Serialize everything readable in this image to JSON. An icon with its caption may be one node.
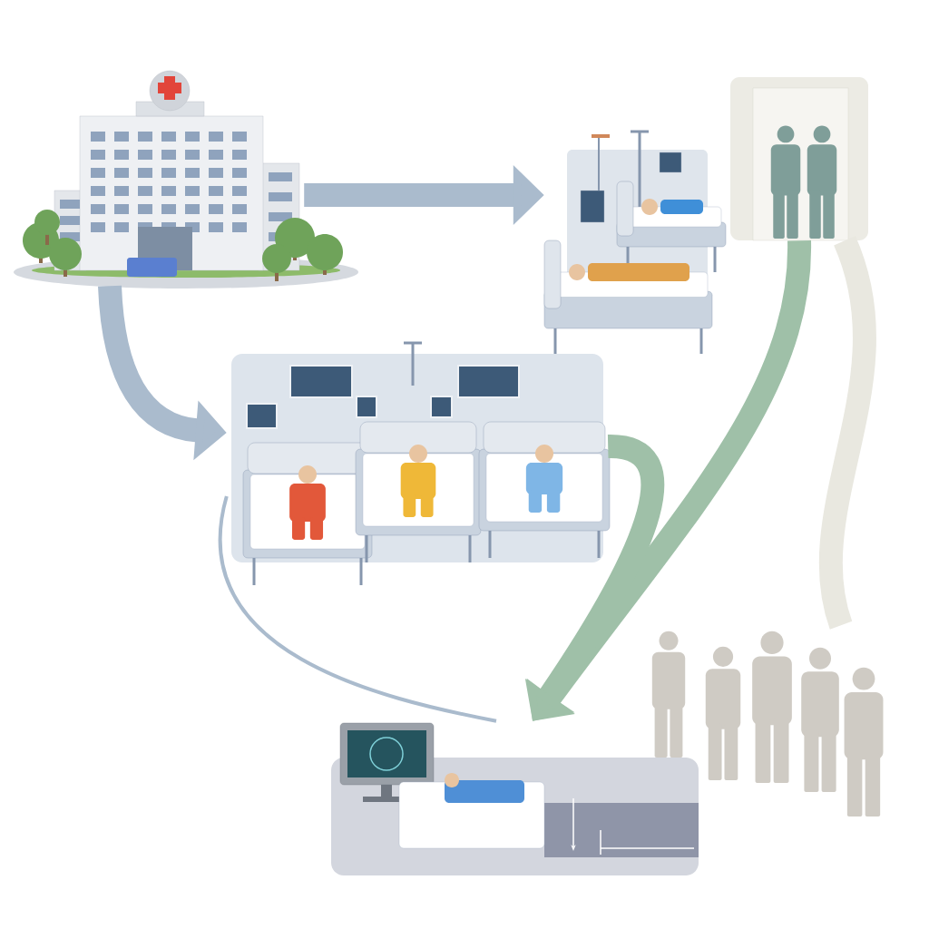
{
  "diagram": {
    "nodes": [
      {
        "text": [],
        "shape": "picture"
      },
      {
        "text": [],
        "shape": "picture"
      },
      {
        "text": [],
        "shape": "picture"
      },
      {
        "text": [],
        "shape": "picture"
      },
      {
        "text": [],
        "shape": "picture"
      },
      {
        "text": [],
        "shape": "picture"
      }
    ],
    "edges": [
      {
        "from": 0,
        "to": 1,
        "arrow": "to"
      },
      {
        "from": 0,
        "to": 3,
        "arrow": "to"
      },
      {
        "from": 2,
        "to": 5,
        "arrow": "to",
        "color": "#9fc0a8"
      },
      {
        "from": 3,
        "to": 5,
        "arrow": "to",
        "color": "#9fc0a8"
      },
      {
        "from": 3,
        "to": 5,
        "arrow": "none"
      },
      {
        "from": 2,
        "to": 4,
        "arrow": "none",
        "color": "#e9e8e0"
      }
    ]
  }
}
